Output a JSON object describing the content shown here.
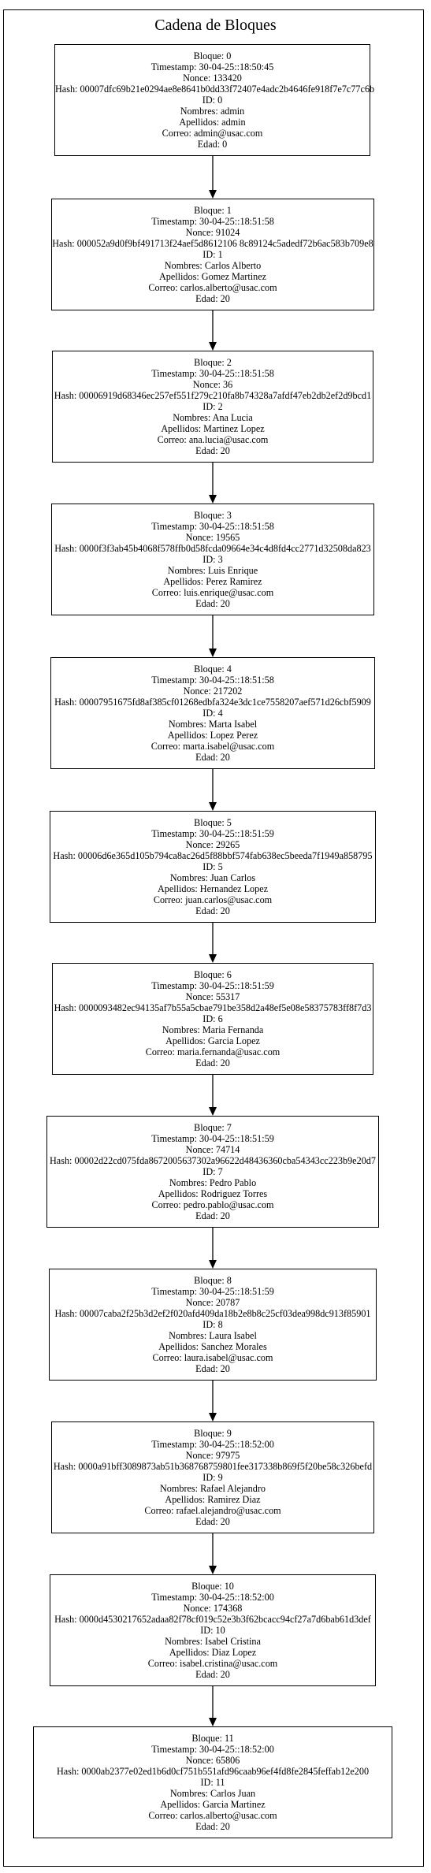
{
  "title": "Cadena de Bloques",
  "blocks": [
    {
      "bloque": "Bloque: 0",
      "timestamp": "Timestamp: 30-04-25::18:50:45",
      "nonce": "Nonce: 133420",
      "hash": "Hash: 00007dfc69b21e0294ae8e8641b0dd33f72407e4adc2b4646fe918f7e7c77c6b",
      "id": "ID: 0",
      "nombres": "Nombres: admin",
      "apellidos": "Apellidos: admin",
      "correo": "Correo: admin@usac.com",
      "edad": "Edad: 0"
    },
    {
      "bloque": "Bloque: 1",
      "timestamp": "Timestamp: 30-04-25::18:51:58",
      "nonce": "Nonce: 91024",
      "hash": "Hash: 000052a9d0f9bf491713f24aef5d8612106 8c89124c5adedf72b6ac583b709e8",
      "id": "ID: 1",
      "nombres": "Nombres: Carlos Alberto",
      "apellidos": "Apellidos: Gomez Martinez",
      "correo": "Correo: carlos.alberto@usac.com",
      "edad": "Edad: 20"
    },
    {
      "bloque": "Bloque: 2",
      "timestamp": "Timestamp: 30-04-25::18:51:58",
      "nonce": "Nonce: 36",
      "hash": "Hash: 00006919d68346ec257ef551f279c210fa8b74328a7afdf47eb2db2ef2d9bcd1",
      "id": "ID: 2",
      "nombres": "Nombres: Ana Lucia",
      "apellidos": "Apellidos: Martinez Lopez",
      "correo": "Correo: ana.lucia@usac.com",
      "edad": "Edad: 20"
    },
    {
      "bloque": "Bloque: 3",
      "timestamp": "Timestamp: 30-04-25::18:51:58",
      "nonce": "Nonce: 19565",
      "hash": "Hash: 0000f3f3ab45b4068f578ffb0d58fcda09664e34c4d8fd4cc2771d32508da823",
      "id": "ID: 3",
      "nombres": "Nombres: Luis Enrique",
      "apellidos": "Apellidos: Perez Ramirez",
      "correo": "Correo: luis.enrique@usac.com",
      "edad": "Edad: 20"
    },
    {
      "bloque": "Bloque: 4",
      "timestamp": "Timestamp: 30-04-25::18:51:58",
      "nonce": "Nonce: 217202",
      "hash": "Hash: 00007951675fd8af385cf01268edbfa324e3dc1ce7558207aef571d26cbf5909",
      "id": "ID: 4",
      "nombres": "Nombres: Marta Isabel",
      "apellidos": "Apellidos: Lopez Perez",
      "correo": "Correo: marta.isabel@usac.com",
      "edad": "Edad: 20"
    },
    {
      "bloque": "Bloque: 5",
      "timestamp": "Timestamp: 30-04-25::18:51:59",
      "nonce": "Nonce: 29265",
      "hash": "Hash: 00006d6e365d105b794ca8ac26d5f88bbf574fab638ec5beeda7f1949a858795",
      "id": "ID: 5",
      "nombres": "Nombres: Juan Carlos",
      "apellidos": "Apellidos: Hernandez Lopez",
      "correo": "Correo: juan.carlos@usac.com",
      "edad": "Edad: 20"
    },
    {
      "bloque": "Bloque: 6",
      "timestamp": "Timestamp: 30-04-25::18:51:59",
      "nonce": "Nonce: 55317",
      "hash": "Hash: 0000093482ec94135af7b55a5cbae791be358d2a48ef5e08e58375783ff8f7d3",
      "id": "ID: 6",
      "nombres": "Nombres: Maria Fernanda",
      "apellidos": "Apellidos: Garcia Lopez",
      "correo": "Correo: maria.fernanda@usac.com",
      "edad": "Edad: 20"
    },
    {
      "bloque": "Bloque: 7",
      "timestamp": "Timestamp: 30-04-25::18:51:59",
      "nonce": "Nonce: 74714",
      "hash": "Hash: 00002d22cd075fda8672005637302a96622d48436360cba54343cc223b9e20d7",
      "id": "ID: 7",
      "nombres": "Nombres: Pedro Pablo",
      "apellidos": "Apellidos: Rodriguez Torres",
      "correo": "Correo: pedro.pablo@usac.com",
      "edad": "Edad: 20"
    },
    {
      "bloque": "Bloque: 8",
      "timestamp": "Timestamp: 30-04-25::18:51:59",
      "nonce": "Nonce: 20787",
      "hash": "Hash: 00007caba2f25b3d2ef2f020afd409da18b2e8b8c25cf03dea998dc913f85901",
      "id": "ID: 8",
      "nombres": "Nombres: Laura Isabel",
      "apellidos": "Apellidos: Sanchez Morales",
      "correo": "Correo: laura.isabel@usac.com",
      "edad": "Edad: 20"
    },
    {
      "bloque": "Bloque: 9",
      "timestamp": "Timestamp: 30-04-25::18:52:00",
      "nonce": "Nonce: 97975",
      "hash": "Hash: 0000a91bff3089873ab51b368768759801fee317338b869f5f20be58c326befd",
      "id": "ID: 9",
      "nombres": "Nombres: Rafael Alejandro",
      "apellidos": "Apellidos: Ramirez Diaz",
      "correo": "Correo: rafael.alejandro@usac.com",
      "edad": "Edad: 20"
    },
    {
      "bloque": "Bloque: 10",
      "timestamp": "Timestamp: 30-04-25::18:52:00",
      "nonce": "Nonce: 174368",
      "hash": "Hash: 0000d4530217652adaa82f78cf019c52e3b3f62bcacc94cf27a7d6bab61d3def",
      "id": "ID: 10",
      "nombres": "Nombres: Isabel Cristina",
      "apellidos": "Apellidos: Diaz Lopez",
      "correo": "Correo: isabel.cristina@usac.com",
      "edad": "Edad: 20"
    },
    {
      "bloque": "Bloque: 11",
      "timestamp": "Timestamp: 30-04-25::18:52:00",
      "nonce": "Nonce: 65806",
      "hash": "Hash: 0000ab2377e02ed1b6d0cf751b551afd96caab96ef4fd8fe2845feffab12e200",
      "id": "ID: 11",
      "nombres": "Nombres: Carlos Juan",
      "apellidos": "Apellidos: Garcia Martinez",
      "correo": "Correo: carlos.alberto@usac.com",
      "edad": "Edad: 20"
    }
  ]
}
